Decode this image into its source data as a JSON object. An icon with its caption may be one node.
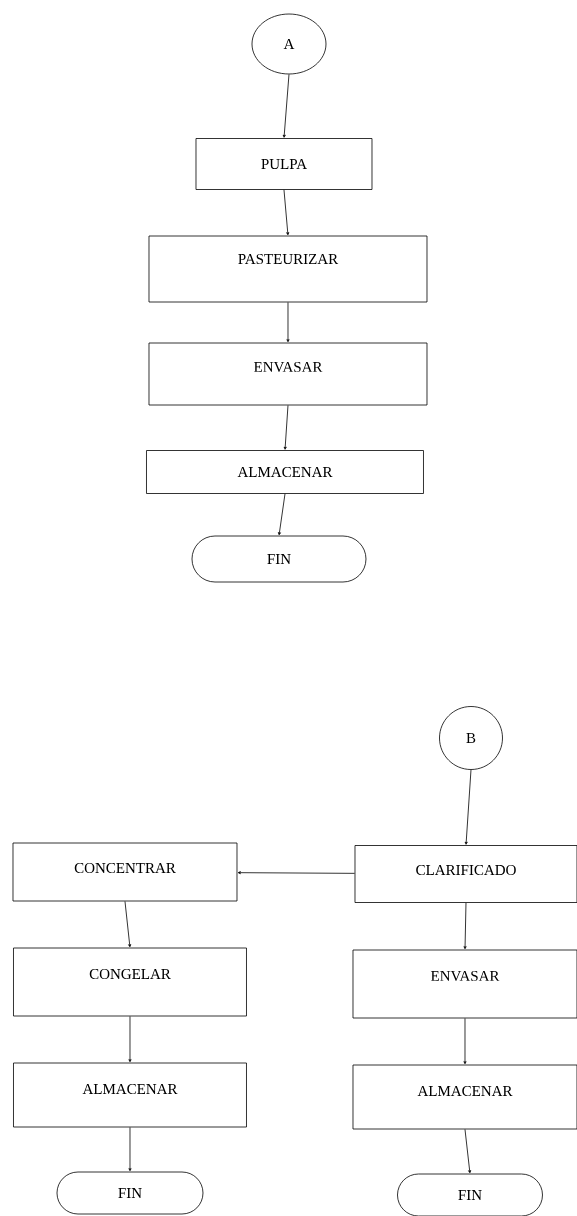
{
  "diagram": {
    "nodes": [
      {
        "text": [
          "A"
        ]
      },
      {
        "text": [
          "PULPA"
        ]
      },
      {
        "text": [
          "PASTEURIZAR"
        ]
      },
      {
        "text": [
          "ENVASAR"
        ]
      },
      {
        "text": [
          "ALMACENAR"
        ]
      },
      {
        "text": [
          "FIN"
        ]
      },
      {
        "text": [
          "B"
        ]
      },
      {
        "text": [
          "CONCENTRAR"
        ]
      },
      {
        "text": [
          "CLARIFICADO"
        ]
      },
      {
        "text": [
          "CONGELAR"
        ]
      },
      {
        "text": [
          "ENVASAR"
        ]
      },
      {
        "text": [
          "ALMACENAR"
        ]
      },
      {
        "text": [
          "ALMACENAR"
        ]
      },
      {
        "text": [
          "FIN"
        ]
      },
      {
        "text": [
          "FIN"
        ]
      }
    ],
    "edges": [
      {
        "from": 0,
        "to": 1,
        "arrow": "to"
      },
      {
        "from": 1,
        "to": 2,
        "arrow": "to"
      },
      {
        "from": 2,
        "to": 3,
        "arrow": "to"
      },
      {
        "from": 3,
        "to": 4,
        "arrow": "to"
      },
      {
        "from": 4,
        "to": 5,
        "arrow": "to"
      },
      {
        "from": 6,
        "to": 8,
        "arrow": "to"
      },
      {
        "from": 8,
        "to": 7,
        "arrow": "to"
      },
      {
        "from": 7,
        "to": 9,
        "arrow": "to"
      },
      {
        "from": 9,
        "to": 11,
        "arrow": "to"
      },
      {
        "from": 11,
        "to": 13,
        "arrow": "to"
      },
      {
        "from": 8,
        "to": 10,
        "arrow": "to"
      },
      {
        "from": 10,
        "to": 12,
        "arrow": "to"
      },
      {
        "from": 12,
        "to": 14,
        "arrow": "to"
      }
    ]
  }
}
